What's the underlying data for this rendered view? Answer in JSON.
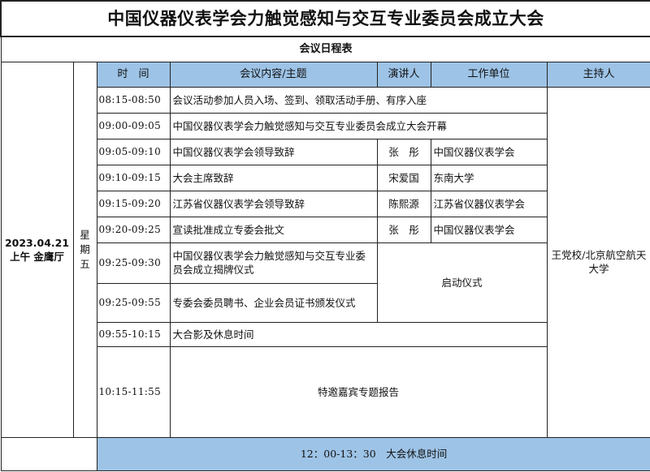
{
  "title": "中国仪器仪表学会力触觉感知与交互专业委员会成立大会",
  "subtitle": "会议日程表",
  "date_venue": {
    "date": "2023.04.21",
    "venue": "上午 金鹰厅"
  },
  "weekday": [
    "星",
    "期",
    "五"
  ],
  "headers": {
    "time": "时　间",
    "content": "会议内容/主题",
    "speaker": "演讲人",
    "unit": "工作单位",
    "host": "主持人"
  },
  "host": "王党校/北京航空航天大学",
  "rows": [
    {
      "time": "08:15-08:50",
      "content": "会议活动参加人员入场、签到、领取活动手册、有序入座"
    },
    {
      "time": "09:00-09:05",
      "content": "中国仪器仪表学会力触觉感知与交互专业委员会成立大会开幕"
    },
    {
      "time": "09:05-09:10",
      "content": "中国仪器仪表学会领导致辞",
      "speaker": "张　彤",
      "unit": "中国仪器仪表学会"
    },
    {
      "time": "09:10-09:15",
      "content": "大会主席致辞",
      "speaker": "宋爱国",
      "unit": "东南大学"
    },
    {
      "time": "09:15-09:20",
      "content": "江苏省仪器仪表学会领导致辞",
      "speaker": "陈熙源",
      "unit": "江苏省仪器仪表学会"
    },
    {
      "time": "09:20-09:25",
      "content": "宣读批准成立专委会批文",
      "speaker": "张　彤",
      "unit": "中国仪器仪表学会"
    },
    {
      "time": "09:25-09:30",
      "content": "中国仪器仪表学会力触觉感知与交互专业委员会成立揭牌仪式"
    },
    {
      "time": "09:25-09:55",
      "content": "专委会委员聘书、企业会员证书颁发仪式"
    },
    {
      "time": "09:55-10:15",
      "content": "大合影及休息时间"
    },
    {
      "time": "10:15-11:55",
      "content": "特邀嘉宾专题报告"
    }
  ],
  "ceremony": "启动仪式",
  "lunch": "12：00-13：30　大会休息时间"
}
